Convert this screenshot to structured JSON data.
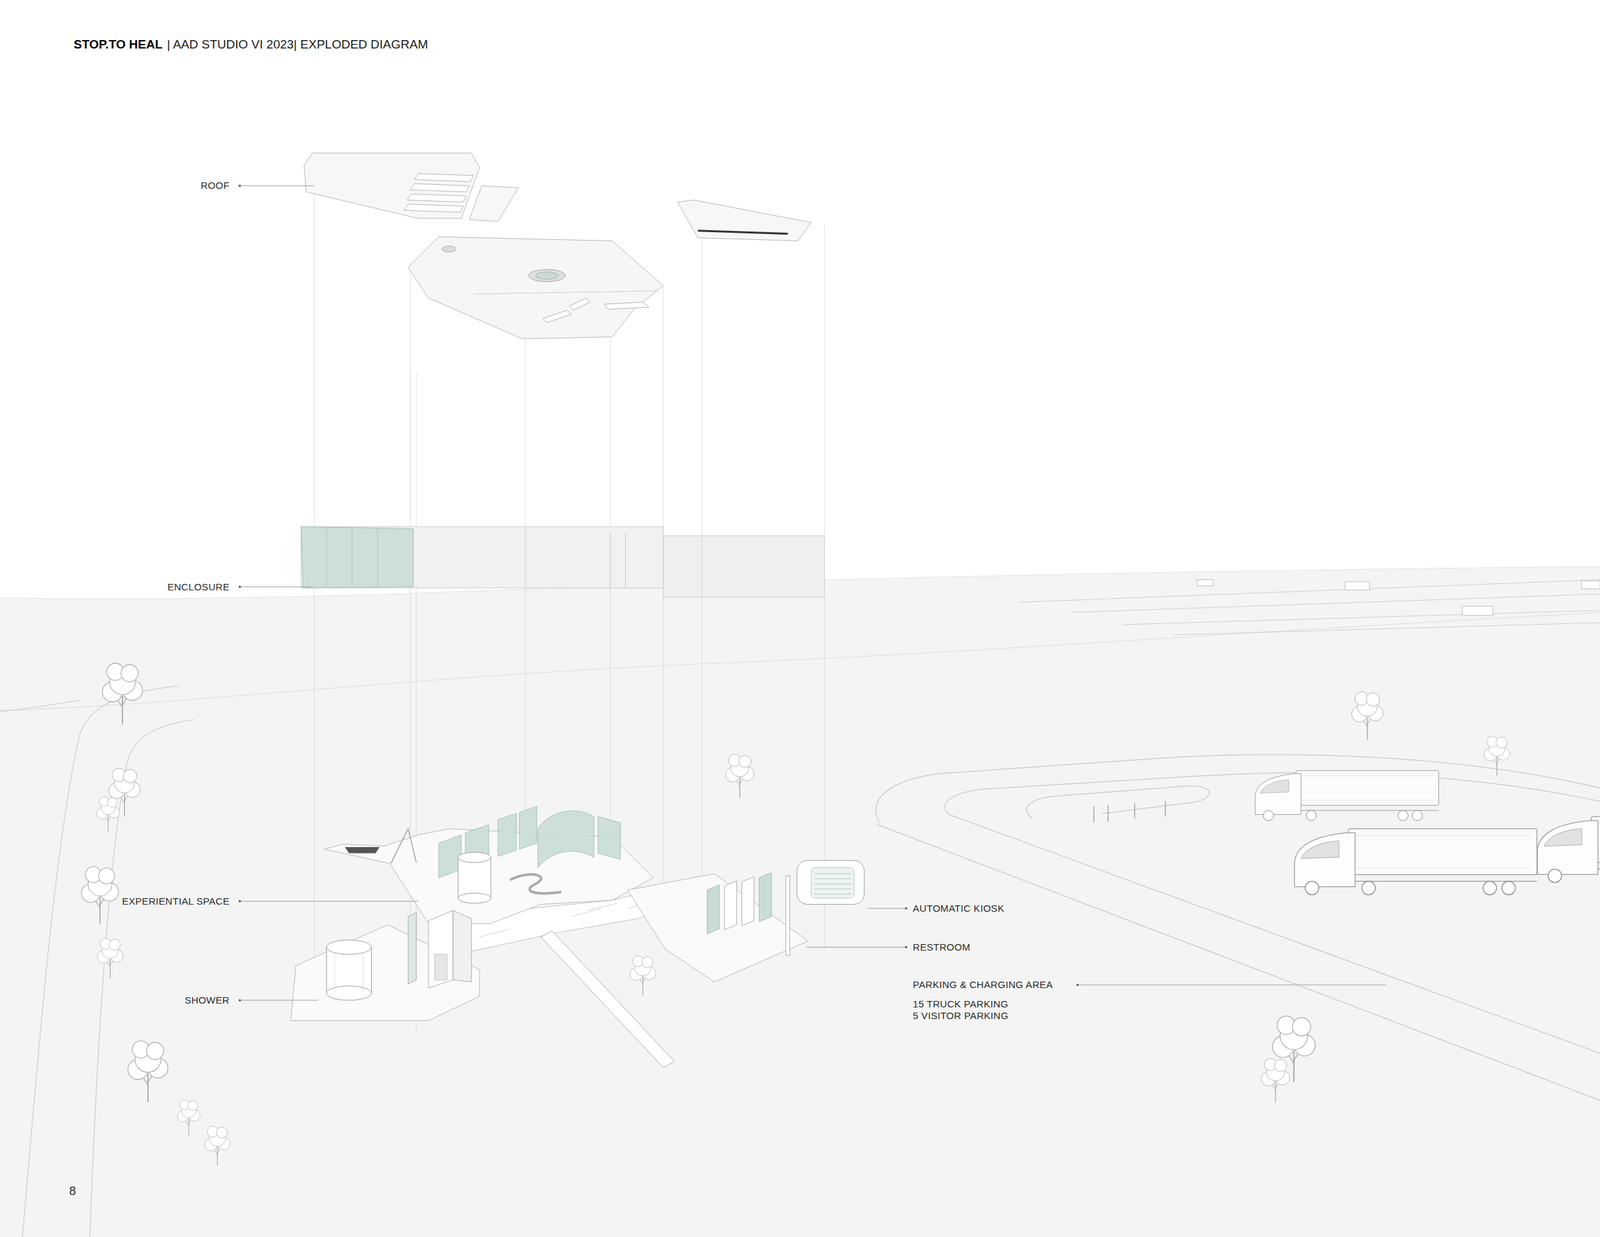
{
  "diagram": {
    "title": "STOP.TO HEAL",
    "labels": [
      "| AAD STUDIO VI 2023| EXPLODED DIAGRAM",
      "ROOF",
      "ENCLOSURE",
      "EXPERIENTIAL SPACE",
      "SHOWER",
      "AUTOMATIC KIOSK",
      "RESTROOM",
      "PARKING & CHARGING AREA",
      "15 TRUCK PARKING 5 VISITOR PARKING",
      "8"
    ]
  }
}
